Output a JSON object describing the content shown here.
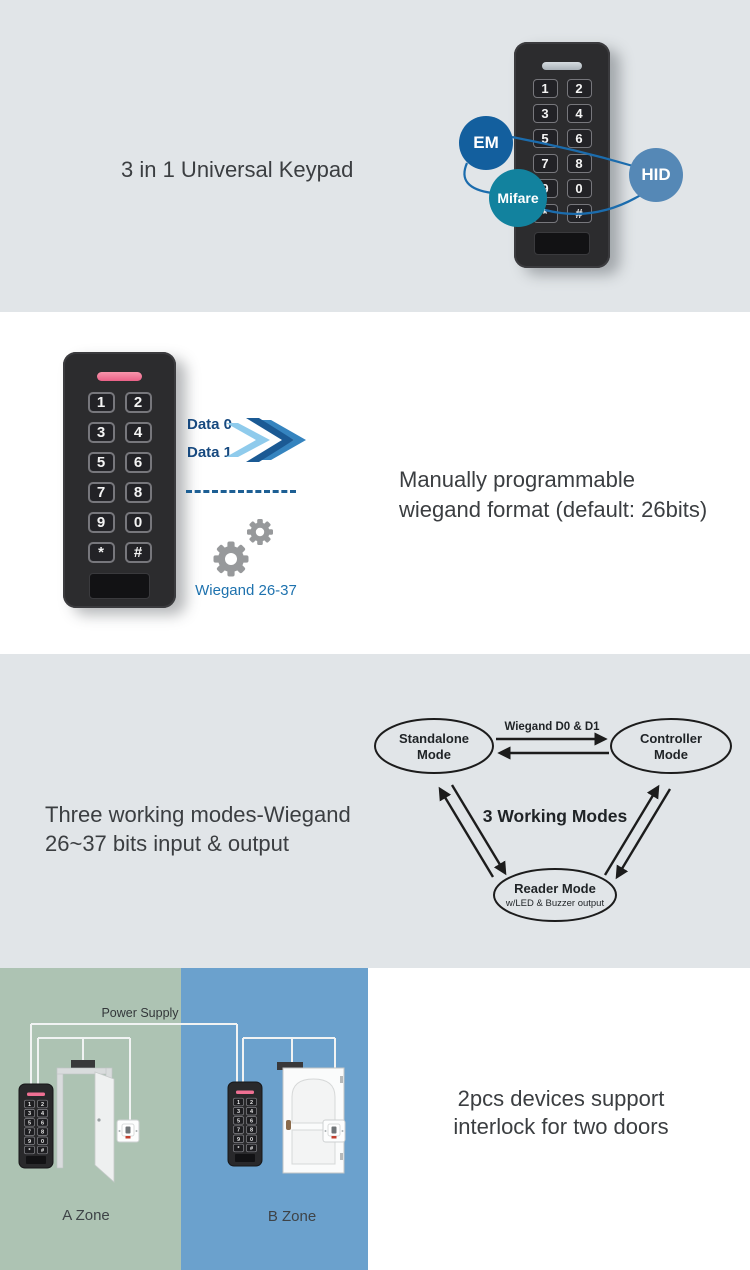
{
  "colors": {
    "section_bg": "#e1e5e8",
    "accent_line": "#1b6cad",
    "em_blue": "#135f9e",
    "mifare_teal": "#12829e",
    "hid_blue": "#5588b6",
    "navy_text": "#17497f",
    "wiegand_blue": "#1e72ae",
    "zone_green": "#adc3b3",
    "zone_blue": "#6ba1cd",
    "device_body": "#2c2c2e",
    "led_pink": "#ef7093"
  },
  "keypad": {
    "keys": [
      "1",
      "2",
      "3",
      "4",
      "5",
      "6",
      "7",
      "8",
      "9",
      "0",
      "*",
      "#"
    ]
  },
  "section1": {
    "title": "3 in 1 Universal Keypad",
    "bubble_em": "EM",
    "bubble_mifare": "Mifare",
    "bubble_hid": "HID"
  },
  "section2": {
    "data0": "Data 0",
    "data1": "Data 1",
    "wiegand_caption": "Wiegand 26-37",
    "heading1": "Manually programmable",
    "heading2": "wiegand format (default: 26bits)"
  },
  "section3": {
    "heading1": "Three working modes-Wiegand",
    "heading2": "26~37 bits input & output",
    "arrow_label": "Wiegand D0 & D1",
    "center_label": "3 Working Modes",
    "node1_line1": "Standalone",
    "node1_line2": "Mode",
    "node2_line1": "Controller",
    "node2_line2": "Mode",
    "node3_line1": "Reader Mode",
    "node3_line2": "w/LED & Buzzer output"
  },
  "section4": {
    "power_label": "Power Supply",
    "zone_a": "A Zone",
    "zone_b": "B Zone",
    "heading1": "2pcs devices support",
    "heading2": "interlock for two doors"
  }
}
